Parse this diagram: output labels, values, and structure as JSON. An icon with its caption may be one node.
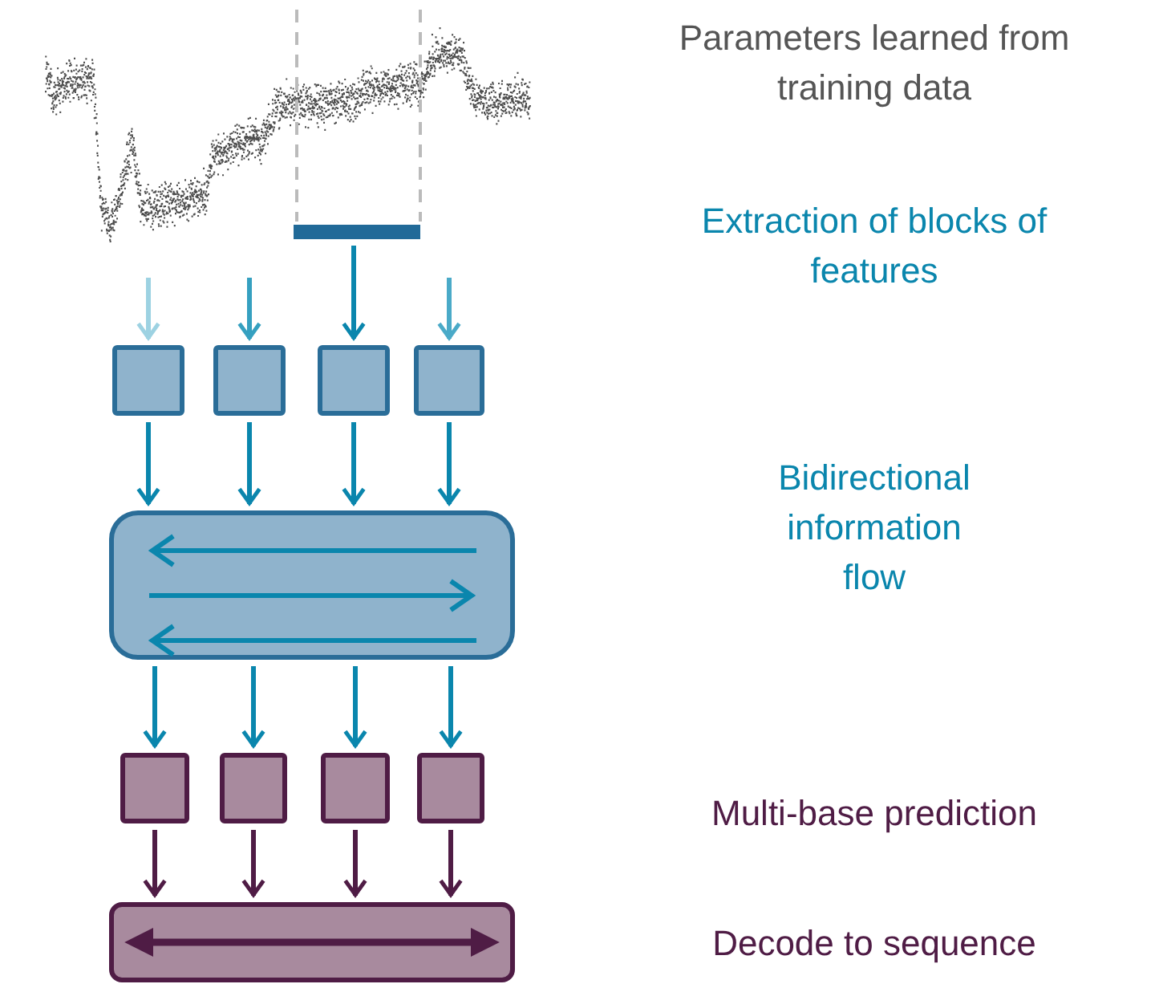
{
  "diagram": {
    "nodes": [
      {
        "text": [],
        "shape": "bar"
      },
      {
        "text": [],
        "shape": "box"
      },
      {
        "text": [],
        "shape": "box"
      },
      {
        "text": [],
        "shape": "box"
      },
      {
        "text": [],
        "shape": "box"
      },
      {
        "text": [],
        "shape": "box"
      },
      {
        "text": [],
        "shape": "box"
      },
      {
        "text": [],
        "shape": "box"
      },
      {
        "text": [],
        "shape": "box"
      },
      {
        "text": [],
        "shape": "box"
      },
      {
        "text": [],
        "shape": "box"
      }
    ],
    "edges": [
      {
        "from": null,
        "to": 1,
        "arrow": "to",
        "color": "#9dd2e2"
      },
      {
        "from": null,
        "to": 2,
        "arrow": "to",
        "color": "#35a0c0"
      },
      {
        "from": 0,
        "to": 3,
        "arrow": "to"
      },
      {
        "from": null,
        "to": 4,
        "arrow": "to",
        "color": "#4aaac8"
      },
      {
        "from": 1,
        "to": 5,
        "arrow": "to"
      },
      {
        "from": 2,
        "to": 5,
        "arrow": "to"
      },
      {
        "from": 3,
        "to": 5,
        "arrow": "to"
      },
      {
        "from": 4,
        "to": 5,
        "arrow": "to"
      },
      {
        "from": 5,
        "to": 6,
        "arrow": "to"
      },
      {
        "from": 5,
        "to": 7,
        "arrow": "to"
      },
      {
        "from": 5,
        "to": 8,
        "arrow": "to"
      },
      {
        "from": 5,
        "to": 9,
        "arrow": "to"
      },
      {
        "from": 6,
        "to": 10,
        "arrow": "to",
        "color": "#4f1c45"
      },
      {
        "from": 7,
        "to": 10,
        "arrow": "to",
        "color": "#4f1c45"
      },
      {
        "from": 8,
        "to": 10,
        "arrow": "to",
        "color": "#4f1c45"
      },
      {
        "from": 9,
        "to": 10,
        "arrow": "to",
        "color": "#4f1c45"
      }
    ],
    "labels": [
      "Parameters learned from training data",
      "Extraction of blocks of features",
      "Bidirectional information flow",
      "Multi-base prediction",
      "Decode to sequence"
    ]
  }
}
